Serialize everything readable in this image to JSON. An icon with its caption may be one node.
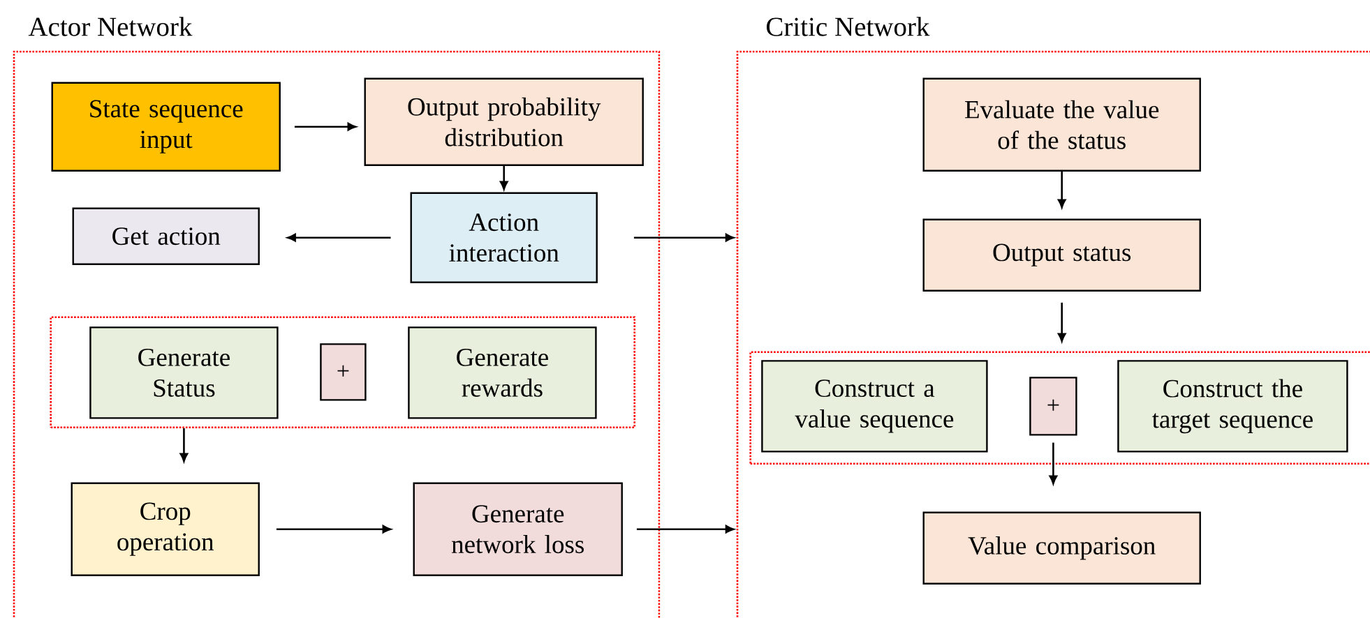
{
  "diagram": {
    "nodes": [
      {
        "text": [
          "Actor Network"
        ]
      },
      {
        "text": [
          "State sequence input"
        ],
        "in": 0
      },
      {
        "text": [
          "Output probability distribution"
        ],
        "in": 0
      },
      {
        "text": [
          "Get action"
        ],
        "in": 0
      },
      {
        "text": [
          "Action interaction"
        ],
        "in": 0
      },
      {
        "text": [],
        "shape": "box",
        "in": 0
      },
      {
        "text": [
          "Generate Status"
        ],
        "in": 5
      },
      {
        "text": [
          "+"
        ],
        "in": 5
      },
      {
        "text": [
          "Generate rewards"
        ],
        "in": 5
      },
      {
        "text": [
          "Crop operation"
        ],
        "in": 0
      },
      {
        "text": [
          "Generate network loss"
        ],
        "in": 0
      },
      {
        "text": [
          "Critic Network"
        ]
      },
      {
        "text": [
          "Evaluate the value of the status"
        ],
        "in": 11
      },
      {
        "text": [
          "Output status"
        ],
        "in": 11
      },
      {
        "text": [],
        "shape": "box",
        "in": 11
      },
      {
        "text": [
          "Construct a value sequence"
        ],
        "in": 14
      },
      {
        "text": [
          "+"
        ],
        "in": 14
      },
      {
        "text": [
          "Construct the target sequence"
        ],
        "in": 14
      },
      {
        "text": [
          "Value comparison"
        ],
        "in": 11
      }
    ],
    "edges": [
      {
        "from": 1,
        "to": 2,
        "arrow": "to"
      },
      {
        "from": 2,
        "to": 4,
        "arrow": "to"
      },
      {
        "from": 4,
        "to": 3,
        "arrow": "to"
      },
      {
        "from": 4,
        "to": 11,
        "arrow": "to"
      },
      {
        "from": 5,
        "to": 9,
        "arrow": "to"
      },
      {
        "from": 9,
        "to": 10,
        "arrow": "to"
      },
      {
        "from": 10,
        "to": 11,
        "arrow": "to"
      },
      {
        "from": 12,
        "to": 13,
        "arrow": "to"
      },
      {
        "from": 13,
        "to": 14,
        "arrow": "to"
      },
      {
        "from": 16,
        "to": 18,
        "arrow": "to"
      }
    ]
  }
}
